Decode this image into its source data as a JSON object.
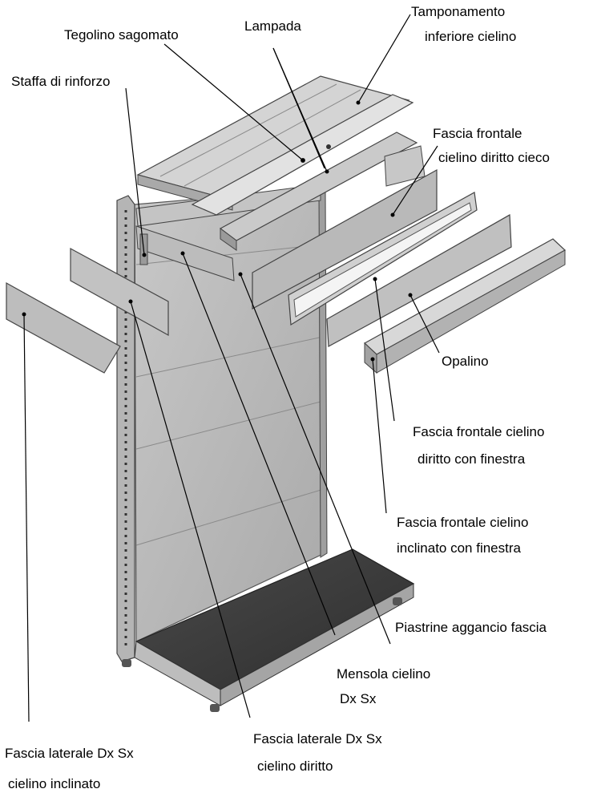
{
  "labels": {
    "tamponamento_1": "Tamponamento",
    "tamponamento_2": "inferiore cielino",
    "tegolino": "Tegolino sagomato",
    "lampada": "Lampada",
    "staffa": "Staffa di rinforzo",
    "fascia_cieco_1": "Fascia frontale",
    "fascia_cieco_2": "cielino diritto cieco",
    "opalino": "Opalino",
    "fascia_finestra_1": "Fascia frontale cielino",
    "fascia_finestra_2": "diritto con finestra",
    "fascia_incl_1": "Fascia frontale cielino",
    "fascia_incl_2": "inclinato con finestra",
    "piastrine": "Piastrine aggancio fascia",
    "mensola_1": "Mensola cielino",
    "mensola_2": "Dx Sx",
    "lat_diritto_1": "Fascia laterale Dx Sx",
    "lat_diritto_2": "cielino diritto",
    "lat_incl_1": "Fascia laterale Dx Sx",
    "lat_incl_2": "cielino inclinato"
  },
  "colors": {
    "panel_light": "#d9d9d9",
    "panel_mid": "#bdbdbd",
    "panel_dark": "#8f8f8f",
    "base_dark": "#3b3b3b",
    "line": "#000000"
  }
}
